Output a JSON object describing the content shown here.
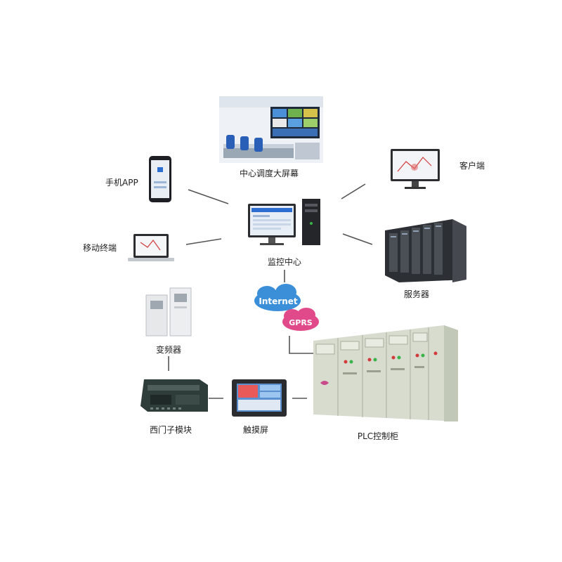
{
  "nodes": {
    "screen_wall": "中心调度大屏幕",
    "mobile_app": "手机APP",
    "mobile_terminal": "移动终端",
    "monitoring_center": "监控中心",
    "client": "客户端",
    "server": "服务器",
    "internet": "Internet",
    "gprs": "GPRS",
    "inverter": "变频器",
    "siemens_module": "西门子模块",
    "touch_screen": "触摸屏",
    "plc_cabinet": "PLC控制柜"
  },
  "colors": {
    "line": "#555555",
    "cloud_blue": "#3a8fd8",
    "cloud_pink": "#e04a8a",
    "cabinet": "#d7dccf",
    "server_dark": "#2c2f33",
    "screen_blue": "#2d6fd1"
  },
  "icons": [
    "video-wall-icon",
    "smartphone-icon",
    "laptop-icon",
    "monitor-icon",
    "pc-tower-icon",
    "server-rack-icon",
    "cloud-icon",
    "inverter-icon",
    "plc-module-icon",
    "touch-panel-icon",
    "control-cabinet-icon"
  ]
}
